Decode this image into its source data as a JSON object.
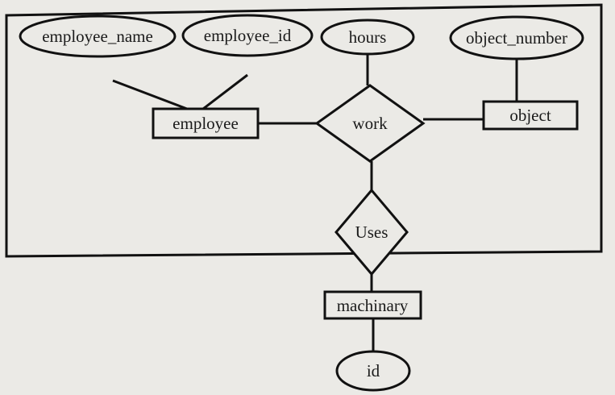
{
  "diagram": {
    "type": "ER diagram (aggregation)",
    "entities": {
      "employee": "employee",
      "object": "object",
      "machinary": "machinary"
    },
    "relationships": {
      "work": "work",
      "uses": "Uses"
    },
    "attributes": {
      "employee_name": "employee_name",
      "employee_id": "employee_id",
      "hours": "hours",
      "object_number": "object_number",
      "id": "id"
    },
    "colors": {
      "ink": "#111111",
      "paper": "#ebeae6"
    }
  }
}
